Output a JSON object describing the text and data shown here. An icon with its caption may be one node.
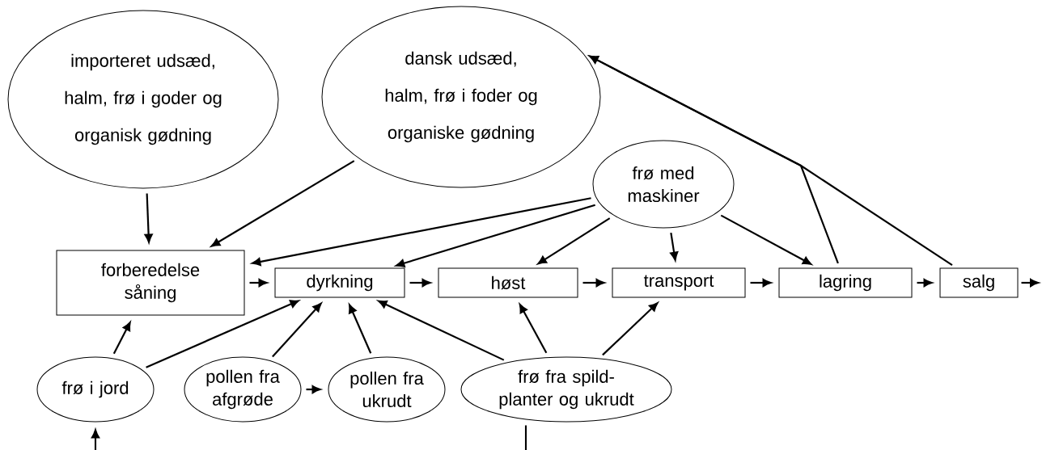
{
  "diagram": {
    "nodes": [
      {
        "text": [
          "importeret udsæd, halm, frø i goder og organisk gødning"
        ]
      },
      {
        "text": [
          "dansk udsæd, halm, frø i foder og organiske gødning"
        ]
      },
      {
        "text": [
          "frø med maskiner"
        ]
      },
      {
        "text": [
          "forberedelse såning"
        ]
      },
      {
        "text": [
          "dyrkning"
        ]
      },
      {
        "text": [
          "høst"
        ]
      },
      {
        "text": [
          "transport"
        ]
      },
      {
        "text": [
          "lagring"
        ]
      },
      {
        "text": [
          "salg"
        ]
      },
      {
        "text": [
          "frø i jord"
        ]
      },
      {
        "text": [
          "pollen fra afgrøde"
        ]
      },
      {
        "text": [
          "pollen fra ukrudt"
        ]
      },
      {
        "text": [
          "frø fra spild-planter og ukrudt"
        ]
      }
    ],
    "edges": [
      {
        "from": 0,
        "to": 3,
        "arrow": "to"
      },
      {
        "from": 1,
        "to": 3,
        "arrow": "to"
      },
      {
        "from": 2,
        "to": 3,
        "arrow": "to"
      },
      {
        "from": 2,
        "to": 4,
        "arrow": "to"
      },
      {
        "from": 2,
        "to": 5,
        "arrow": "to"
      },
      {
        "from": 2,
        "to": 6,
        "arrow": "to"
      },
      {
        "from": 2,
        "to": 7,
        "arrow": "to"
      },
      {
        "from": 7,
        "to": 1,
        "arrow": "to"
      },
      {
        "from": 8,
        "to": 1,
        "arrow": "to"
      },
      {
        "from": 3,
        "to": 4,
        "arrow": "to"
      },
      {
        "from": 4,
        "to": 5,
        "arrow": "to"
      },
      {
        "from": 5,
        "to": 6,
        "arrow": "to"
      },
      {
        "from": 6,
        "to": 7,
        "arrow": "to"
      },
      {
        "from": 7,
        "to": 8,
        "arrow": "to"
      },
      {
        "from": 8,
        "to": null,
        "arrow": "to"
      },
      {
        "from": 9,
        "to": 3,
        "arrow": "to"
      },
      {
        "from": 9,
        "to": 4,
        "arrow": "to"
      },
      {
        "from": 10,
        "to": 4,
        "arrow": "to"
      },
      {
        "from": 10,
        "to": 11,
        "arrow": "to"
      },
      {
        "from": 11,
        "to": 4,
        "arrow": "to"
      },
      {
        "from": 12,
        "to": 4,
        "arrow": "to"
      },
      {
        "from": 12,
        "to": 5,
        "arrow": "to"
      },
      {
        "from": 12,
        "to": 6,
        "arrow": "to"
      },
      {
        "from": null,
        "to": 9,
        "arrow": "to"
      },
      {
        "from": 12,
        "to": null,
        "arrow": "none"
      }
    ]
  }
}
